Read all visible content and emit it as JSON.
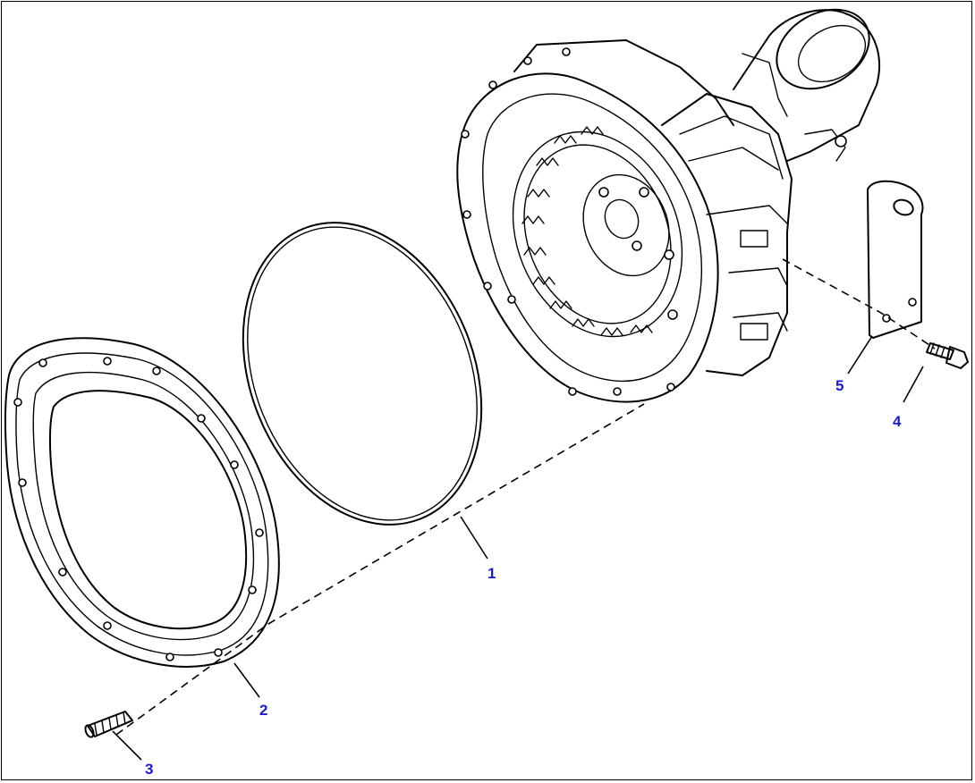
{
  "callouts": [
    {
      "id": "1",
      "label": "1"
    },
    {
      "id": "2",
      "label": "2"
    },
    {
      "id": "3",
      "label": "3"
    },
    {
      "id": "4",
      "label": "4"
    },
    {
      "id": "5",
      "label": "5"
    }
  ],
  "colors": {
    "line": "#000000",
    "callout": "#1a1ad0",
    "background": "#ffffff"
  }
}
